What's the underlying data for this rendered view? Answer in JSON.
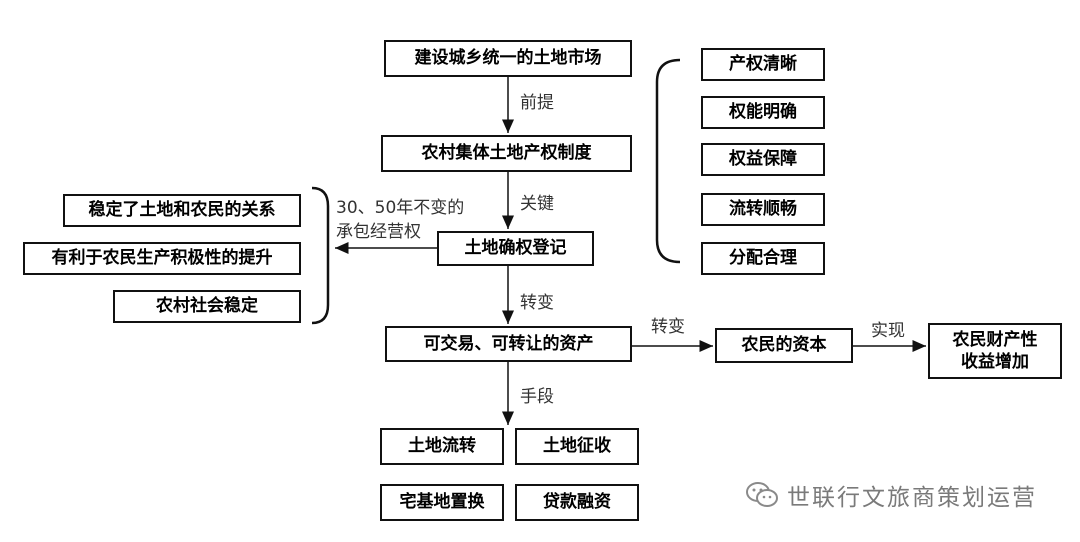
{
  "nodes": {
    "market": "建设城乡统一的土地市场",
    "collective": "农村集体土地产权制度",
    "registration": "土地确权登记",
    "tradable": "可交易、可转让的资产",
    "capital": "农民的资本",
    "income": "农民财产性收益增加",
    "circulation": "土地流转",
    "requisition": "土地征收",
    "homestead": "宅基地置换",
    "loan": "贷款融资"
  },
  "right_items": [
    "产权清晰",
    "权能明确",
    "权益保障",
    "流转顺畅",
    "分配合理"
  ],
  "left_items": [
    "稳定了土地和农民的关系",
    "有利于农民生产积极性的提升",
    "农村社会稳定"
  ],
  "edge_labels": {
    "premise": "前提",
    "key": "关键",
    "transform1": "转变",
    "transform2": "转变",
    "realize": "实现",
    "means": "手段",
    "contract_line1": "30、50年不变的",
    "contract_line2": "承包经营权"
  },
  "watermark": "世联行文旅商策划运营",
  "colors": {
    "line": "#111111",
    "watermark": "#7a7a7a"
  }
}
